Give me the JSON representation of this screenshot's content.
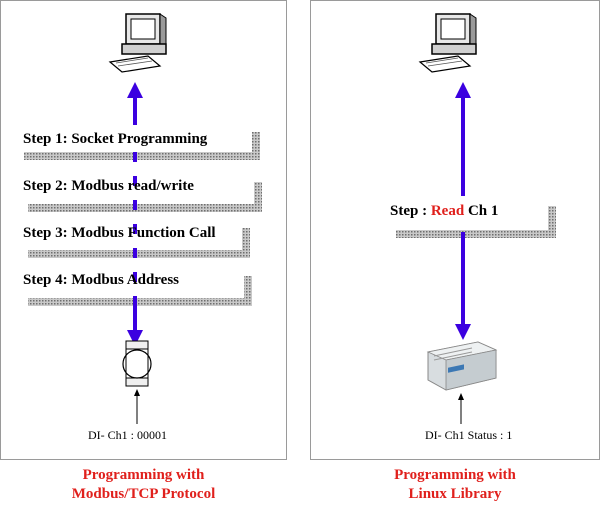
{
  "left_panel": {
    "steps": [
      "Step 1: Socket Programming",
      "Step 2: Modbus read/write",
      "Step 3: Modbus Function Call",
      "Step 4: Modbus Address"
    ],
    "device_label": "DI- Ch1 : 00001",
    "caption_line1": "Programming with",
    "caption_line2": "Modbus/TCP Protocol"
  },
  "right_panel": {
    "step_prefix": "Step : ",
    "step_action": "Read",
    "step_suffix": " Ch 1",
    "device_label": "DI- Ch1 Status : 1",
    "caption_line1": "Programming with",
    "caption_line2": "Linux Library"
  },
  "colors": {
    "arrow": "#3b00e0",
    "caption": "#e0201c",
    "shadow_bar": "#9a9a9a"
  },
  "icons": [
    "computer-icon",
    "computer-icon",
    "modbus-device-icon",
    "io-module-icon"
  ]
}
